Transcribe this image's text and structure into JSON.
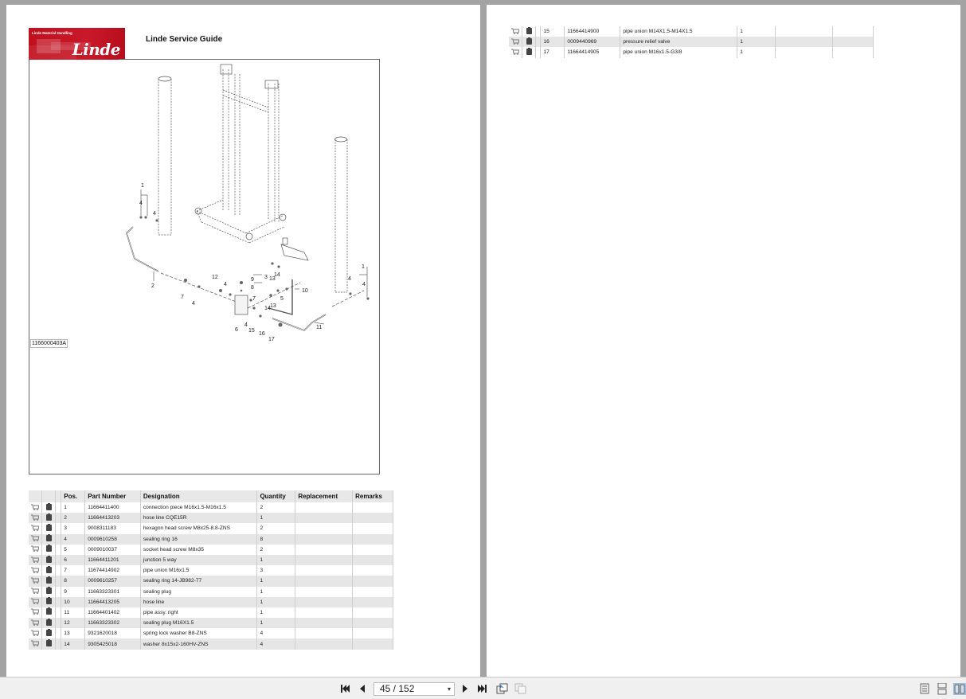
{
  "header": {
    "logo_tagline": "Linde Material Handling",
    "logo_word": "Linde",
    "title": "Linde Service Guide"
  },
  "drawing": {
    "id": "1166000403A",
    "callouts": [
      "1",
      "2",
      "3",
      "4",
      "5",
      "6",
      "7",
      "8",
      "9",
      "10",
      "11",
      "12",
      "13",
      "14",
      "15",
      "16",
      "17"
    ]
  },
  "table": {
    "columns": [
      "",
      "",
      "",
      "Pos.",
      "Part Number",
      "Designation",
      "Quantity",
      "Replacement",
      "Remarks"
    ],
    "rows_page_left": [
      {
        "pos": "1",
        "part": "11664411400",
        "designation": "connection piece M16x1.5-M16x1.5",
        "qty": "2",
        "replacement": "",
        "remarks": ""
      },
      {
        "pos": "2",
        "part": "11664413203",
        "designation": "hose line CQE15R",
        "qty": "1",
        "replacement": "",
        "remarks": ""
      },
      {
        "pos": "3",
        "part": "9008311183",
        "designation": "hexagon head screw M8x25-8.8-ZNS",
        "qty": "2",
        "replacement": "",
        "remarks": ""
      },
      {
        "pos": "4",
        "part": "0009610258",
        "designation": "sealing ring 16",
        "qty": "8",
        "replacement": "",
        "remarks": ""
      },
      {
        "pos": "5",
        "part": "0009010037",
        "designation": "socket head screw M8x35",
        "qty": "2",
        "replacement": "",
        "remarks": ""
      },
      {
        "pos": "6",
        "part": "11664411201",
        "designation": "junction 5 way",
        "qty": "1",
        "replacement": "",
        "remarks": ""
      },
      {
        "pos": "7",
        "part": "11674414902",
        "designation": "pipe union M16x1.5",
        "qty": "3",
        "replacement": "",
        "remarks": ""
      },
      {
        "pos": "8",
        "part": "0009610257",
        "designation": "sealing ring 14-JB982-77",
        "qty": "1",
        "replacement": "",
        "remarks": ""
      },
      {
        "pos": "9",
        "part": "11663323301",
        "designation": "sealing plug",
        "qty": "1",
        "replacement": "",
        "remarks": ""
      },
      {
        "pos": "10",
        "part": "11664413205",
        "designation": "hose line",
        "qty": "1",
        "replacement": "",
        "remarks": ""
      },
      {
        "pos": "11",
        "part": "11664401402",
        "designation": "pipe assy. right",
        "qty": "1",
        "replacement": "",
        "remarks": ""
      },
      {
        "pos": "12",
        "part": "11663323302",
        "designation": "sealing plug M16X1.5",
        "qty": "1",
        "replacement": "",
        "remarks": ""
      },
      {
        "pos": "13",
        "part": "9321620018",
        "designation": "spring lock washer B8-ZNS",
        "qty": "4",
        "replacement": "",
        "remarks": ""
      },
      {
        "pos": "14",
        "part": "9305425018",
        "designation": "washer 8x15x2-160HV-ZNS",
        "qty": "4",
        "replacement": "",
        "remarks": ""
      }
    ],
    "rows_page_right": [
      {
        "pos": "15",
        "part": "11664414900",
        "designation": "pipe union M14X1.5-M14X1.5",
        "qty": "1",
        "replacement": "",
        "remarks": ""
      },
      {
        "pos": "16",
        "part": "0009440969",
        "designation": "pressure relief valve",
        "qty": "1",
        "replacement": "",
        "remarks": ""
      },
      {
        "pos": "17",
        "part": "11664414905",
        "designation": "pipe union M16x1.5-G3/8",
        "qty": "1",
        "replacement": "",
        "remarks": ""
      }
    ],
    "row_icons": [
      "cart-icon",
      "clipboard-icon"
    ]
  },
  "toolbar": {
    "page_indicator": "45 / 152",
    "current_page": "45",
    "total_pages": "152",
    "buttons": [
      "first-page",
      "previous-page",
      "next-page",
      "last-page",
      "previous-view",
      "next-view"
    ],
    "view_modes": [
      "single-page",
      "continuous",
      "two-page"
    ],
    "active_view_mode": "two-page"
  },
  "colors": {
    "brand_red": "#c0101e",
    "viewer_bg": "#a3a3a3",
    "row_alt": "#e6e6e6",
    "header_bg": "#e8e8e8"
  }
}
